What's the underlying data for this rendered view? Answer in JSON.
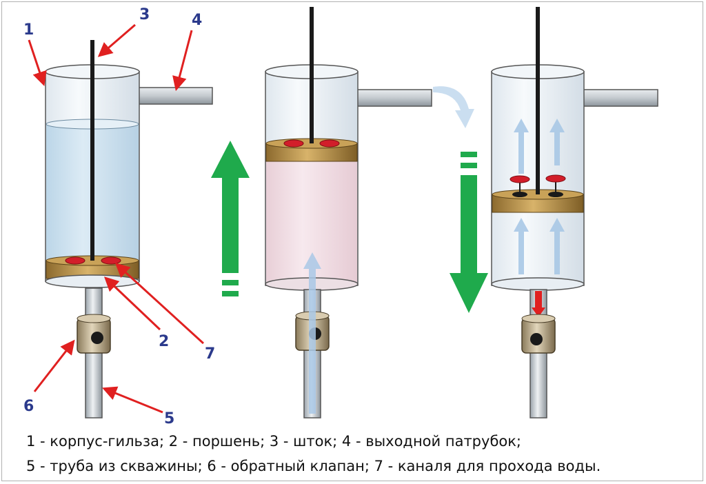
{
  "callouts": {
    "n1": "1",
    "n2": "2",
    "n3": "3",
    "n4": "4",
    "n5": "5",
    "n6": "6",
    "n7": "7"
  },
  "legend": {
    "line1": "1 - корпус-гильза; 2 - поршень; 3 - шток; 4 - выходной патрубок;",
    "line2": "5 - труба из скважины; 6 - обратный клапан; 7 - каналя для прохода воды."
  },
  "colors": {
    "callout_text": "#2b3a8c",
    "callout_arrow": "#e02020",
    "stroke_arrow": "#1faa4c",
    "water": "#cfe3f0",
    "vacuum_pink": "#f1dde3",
    "piston": "#b48a3c",
    "valve_red": "#d21e2a",
    "flow_arrow": "#a9c8e6"
  },
  "icons": {
    "up_stroke": "arrow-up-icon",
    "down_stroke": "arrow-down-icon"
  }
}
